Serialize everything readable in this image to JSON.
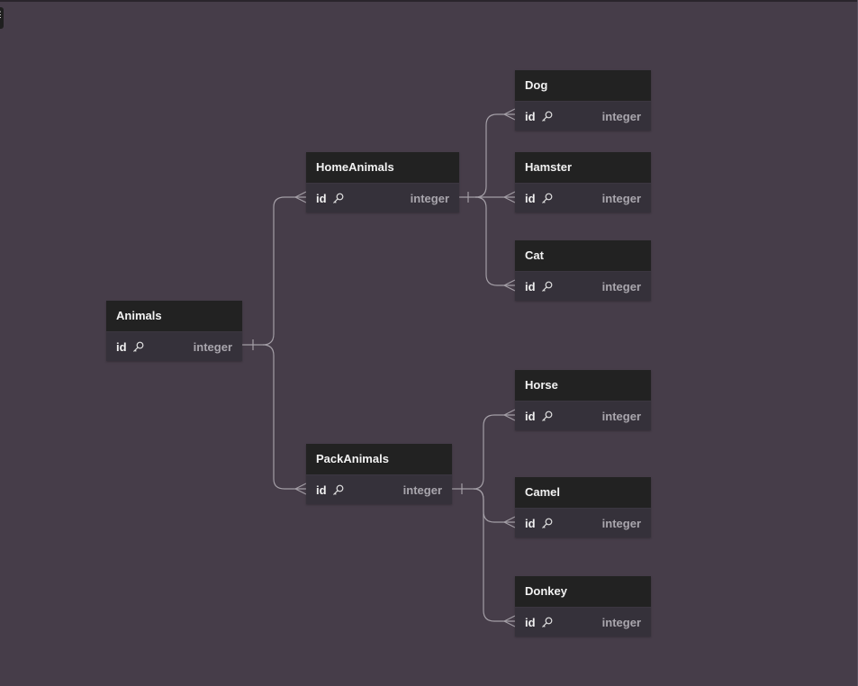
{
  "diagram": {
    "tables": [
      {
        "id": "animals",
        "name": "Animals",
        "column": {
          "name": "id",
          "type": "integer",
          "key_icon": "key-icon"
        }
      },
      {
        "id": "homeanimals",
        "name": "HomeAnimals",
        "column": {
          "name": "id",
          "type": "integer",
          "key_icon": "key-icon"
        }
      },
      {
        "id": "packanimals",
        "name": "PackAnimals",
        "column": {
          "name": "id",
          "type": "integer",
          "key_icon": "key-icon"
        }
      },
      {
        "id": "dog",
        "name": "Dog",
        "column": {
          "name": "id",
          "type": "integer",
          "key_icon": "key-icon"
        }
      },
      {
        "id": "hamster",
        "name": "Hamster",
        "column": {
          "name": "id",
          "type": "integer",
          "key_icon": "key-icon"
        }
      },
      {
        "id": "cat",
        "name": "Cat",
        "column": {
          "name": "id",
          "type": "integer",
          "key_icon": "key-icon"
        }
      },
      {
        "id": "horse",
        "name": "Horse",
        "column": {
          "name": "id",
          "type": "integer",
          "key_icon": "key-icon"
        }
      },
      {
        "id": "camel",
        "name": "Camel",
        "column": {
          "name": "id",
          "type": "integer",
          "key_icon": "key-icon"
        }
      },
      {
        "id": "donkey",
        "name": "Donkey",
        "column": {
          "name": "id",
          "type": "integer",
          "key_icon": "key-icon"
        }
      }
    ],
    "relationships": [
      {
        "from": "Animals.id",
        "to": "HomeAnimals.id",
        "type": "one-to-many"
      },
      {
        "from": "Animals.id",
        "to": "PackAnimals.id",
        "type": "one-to-many"
      },
      {
        "from": "HomeAnimals.id",
        "to": "Dog.id",
        "type": "one-to-many"
      },
      {
        "from": "HomeAnimals.id",
        "to": "Hamster.id",
        "type": "one-to-many"
      },
      {
        "from": "HomeAnimals.id",
        "to": "Cat.id",
        "type": "one-to-many"
      },
      {
        "from": "PackAnimals.id",
        "to": "Horse.id",
        "type": "one-to-many"
      },
      {
        "from": "PackAnimals.id",
        "to": "Camel.id",
        "type": "one-to-many"
      },
      {
        "from": "PackAnimals.id",
        "to": "Donkey.id",
        "type": "one-to-many"
      }
    ]
  },
  "colors": {
    "canvas": "#463d49",
    "table_header": "#222222",
    "table_row": "#35313a",
    "connector": "#a39ea6",
    "type_text": "#a9a6ad"
  }
}
